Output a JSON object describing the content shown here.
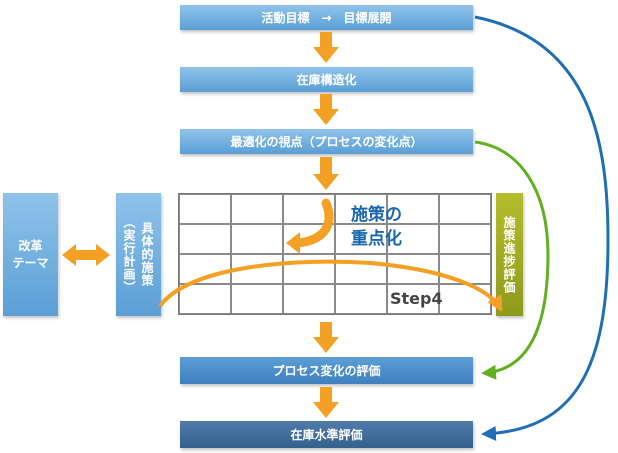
{
  "bars": {
    "b1": "活動目標　→　目標展開",
    "b2": "在庫構造化",
    "b3": "最適化の視点（プロセスの変化点）",
    "b4": "プロセス変化の評価",
    "b5": "在庫水準評価"
  },
  "side": {
    "theme_line1": "改革",
    "theme_line2": "テーマ",
    "measures": "具体的施策",
    "measures_sub": "（実行計画）",
    "progress": "施策進捗評価"
  },
  "center": {
    "focus_line1": "施策の",
    "focus_line2": "重点化",
    "step": "Step4"
  },
  "colors": {
    "orange": "#f4a024",
    "blue_arrow": "#1f6fb5",
    "green_arrow": "#62b022",
    "olive": "#8f9a1c"
  }
}
